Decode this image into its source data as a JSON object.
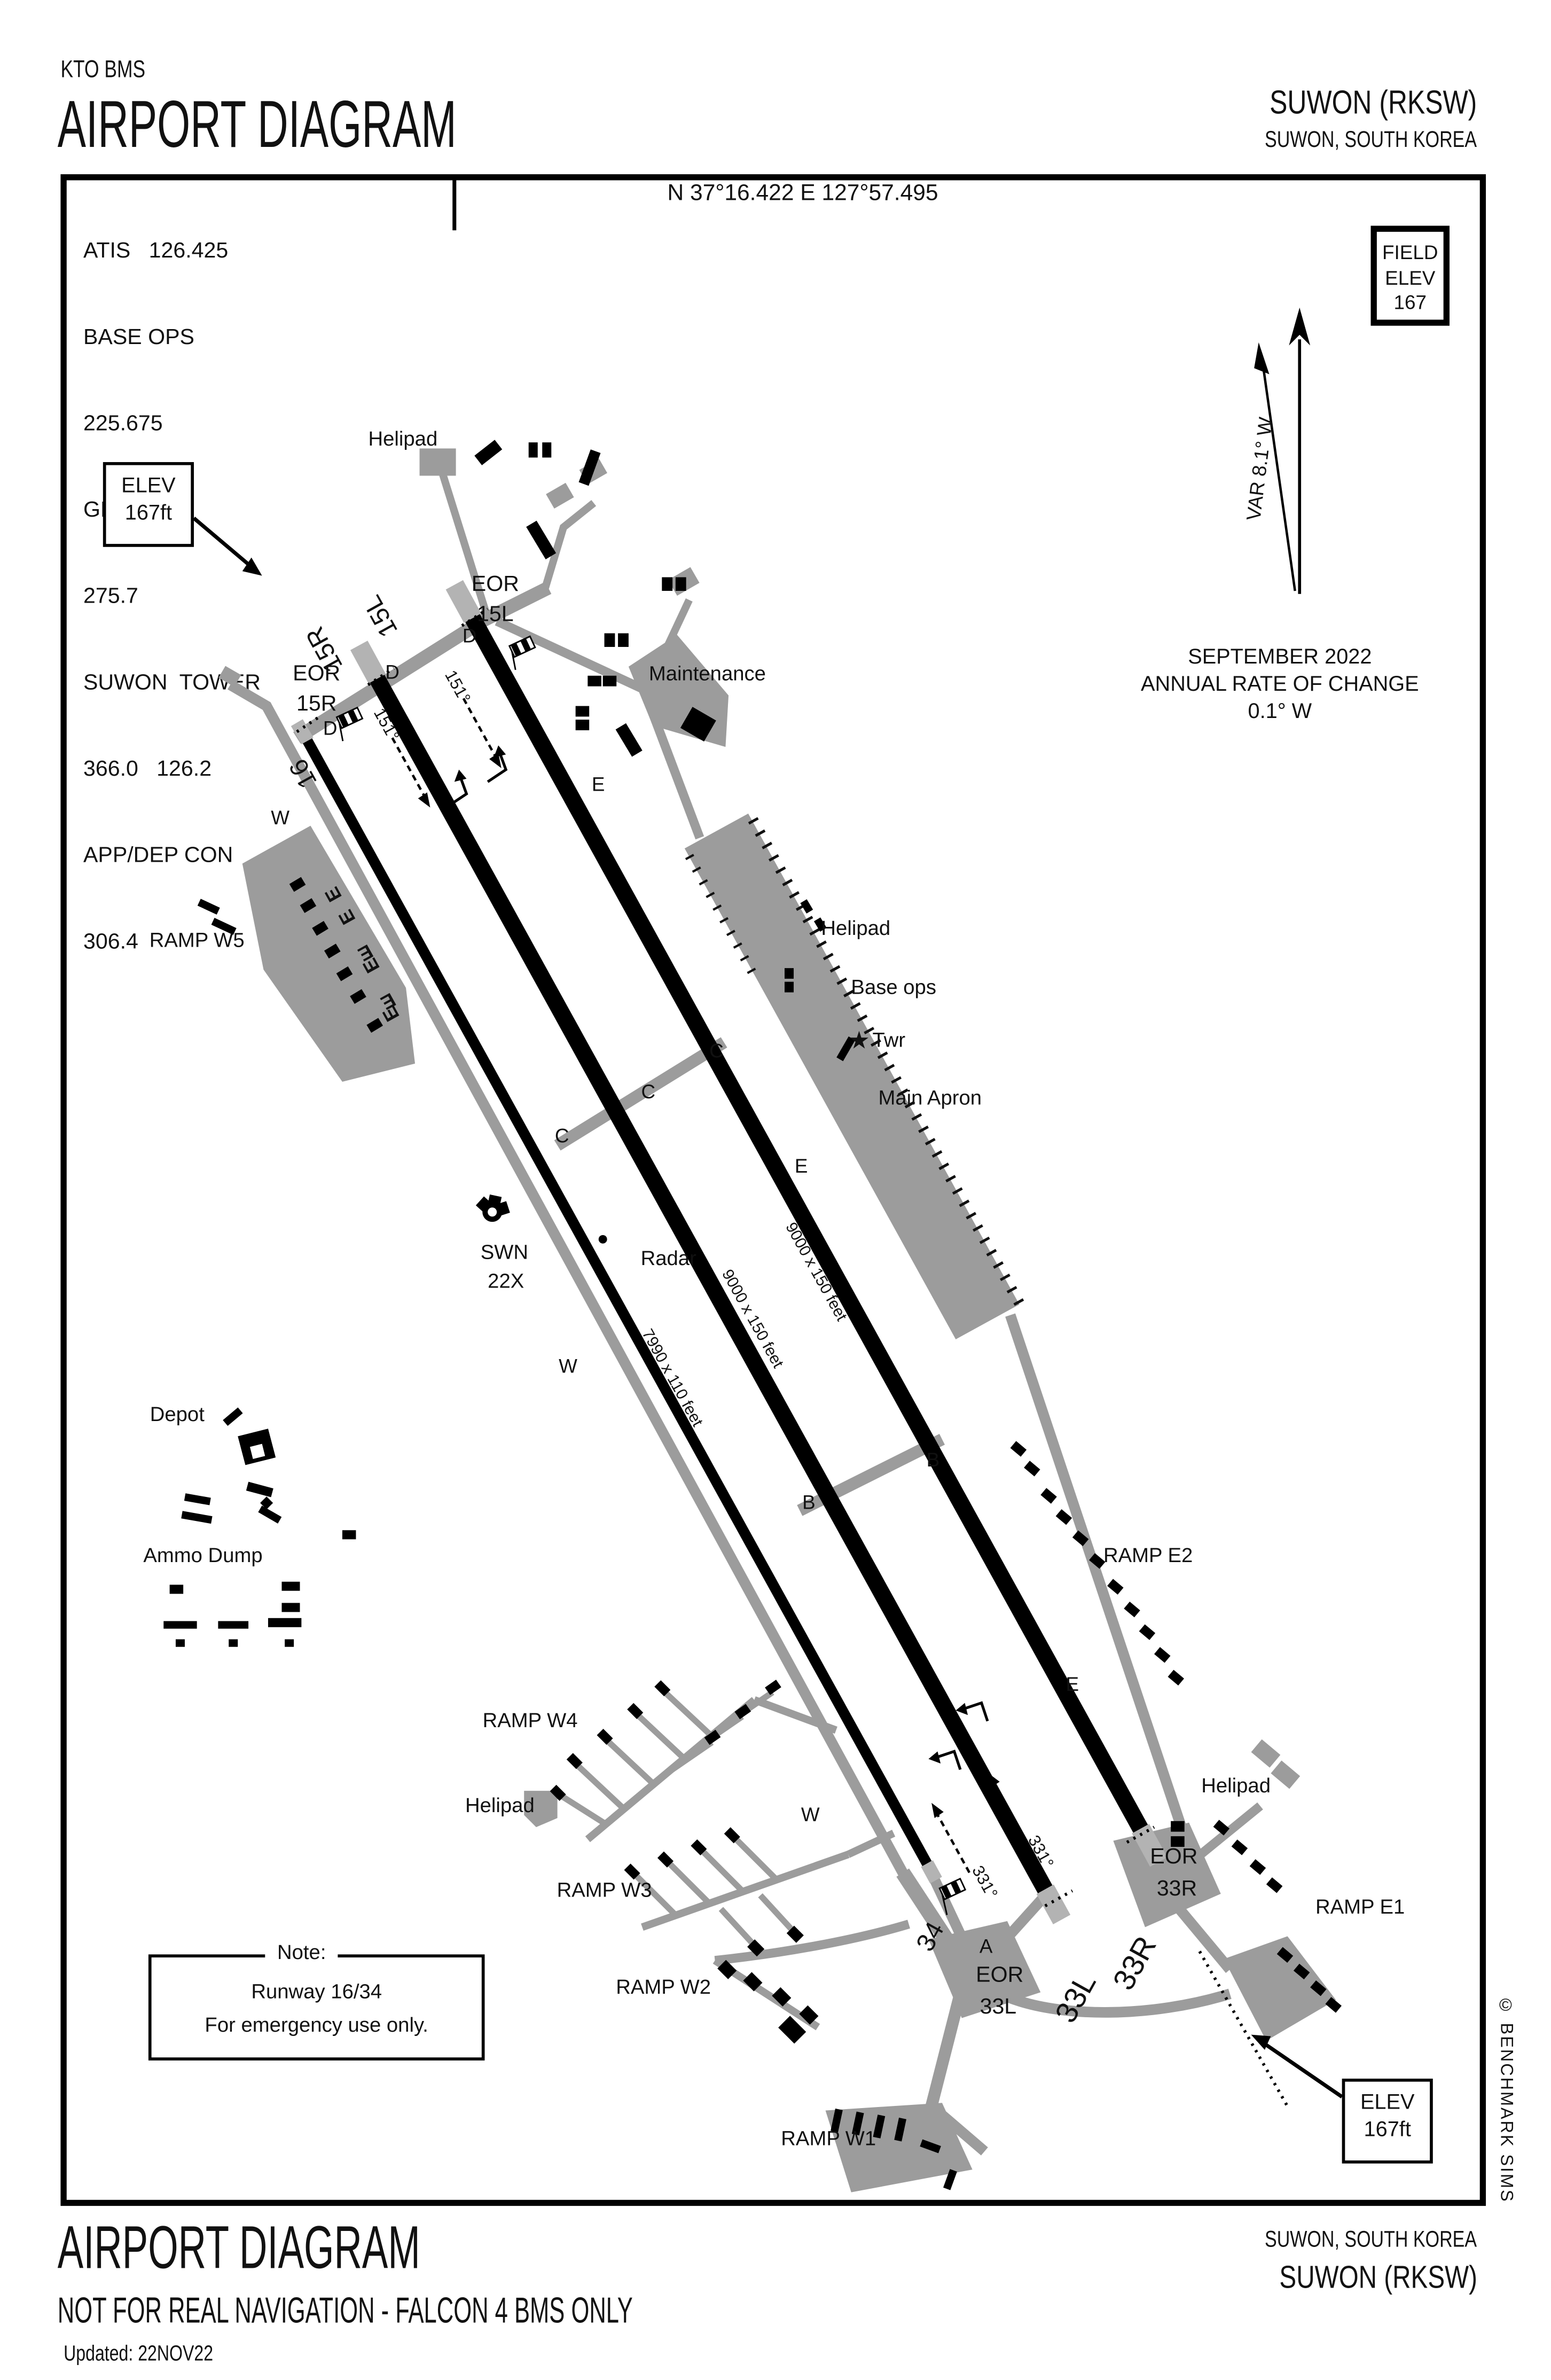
{
  "header": {
    "product": "KTO BMS",
    "title": "AIRPORT DIAGRAM",
    "airport": "SUWON (RKSW)",
    "location": "SUWON, SOUTH KOREA"
  },
  "comm": {
    "lines": [
      "ATIS   126.425",
      "BASE OPS",
      "225.675",
      "GRD CON",
      "275.7",
      "SUWON  TOWER",
      "366.0   126.2",
      "APP/DEP CON",
      "306.4"
    ]
  },
  "position": "N 37°16.422  E 127°57.495",
  "field_elev": {
    "l1": "FIELD",
    "l2": "ELEV",
    "value": "167"
  },
  "elev_marker": {
    "l1": "ELEV",
    "l2": "167ft"
  },
  "magvar": {
    "label": "VAR 8.1° W",
    "date": "SEPTEMBER 2022",
    "rate1": "ANNUAL RATE OF CHANGE",
    "rate2": "0.1° W"
  },
  "note": {
    "title": "Note:",
    "l1": "Runway 16/34",
    "l2": "For emergency use only."
  },
  "runways": {
    "r15l": "15L",
    "r15r": "15R",
    "r16": "16",
    "r33l": "33L",
    "r33r": "33R",
    "r34": "34",
    "hdg_se": "151°",
    "hdg_nw": "331°",
    "dim_main": "9000 x 150 feet",
    "dim_emerg": "7990 x 110 feet"
  },
  "taxiways": {
    "a": "A",
    "b": "B",
    "c": "C",
    "d": "D",
    "e": "E",
    "w": "W"
  },
  "labels": {
    "helipad": "Helipad",
    "maintenance": "Maintenance",
    "base_ops": "Base ops",
    "twr": "Twr",
    "main_apron": "Main Apron",
    "radar": "Radar",
    "depot": "Depot",
    "ammo_dump": "Ammo Dump",
    "eor": "EOR",
    "ramp_w1": "RAMP W1",
    "ramp_w2": "RAMP W2",
    "ramp_w3": "RAMP W3",
    "ramp_w4": "RAMP W4",
    "ramp_w5": "RAMP W5",
    "ramp_e1": "RAMP E1",
    "ramp_e2": "RAMP E2"
  },
  "navaid": {
    "id": "SWN",
    "channel": "22X"
  },
  "footer": {
    "title": "AIRPORT DIAGRAM",
    "disclaimer": "NOT FOR REAL NAVIGATION - FALCON 4 BMS ONLY",
    "updated": "Updated: 22NOV22",
    "location": "SUWON, SOUTH KOREA",
    "airport": "SUWON (RKSW)"
  },
  "copyright": "© BENCHMARK SIMS",
  "colors": {
    "runway": "#000000",
    "taxiway": "#9c9c9c",
    "background": "#ffffff",
    "ink": "#111111"
  }
}
